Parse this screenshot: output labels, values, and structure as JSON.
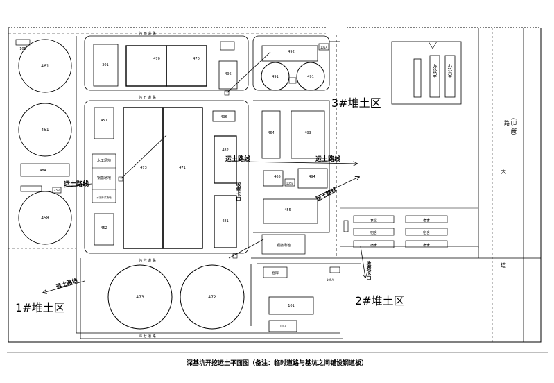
{
  "zones": {
    "zone1": "1#堆土区",
    "zone2": "2#堆土区",
    "zone3": "3#堆土区"
  },
  "routes": {
    "r_main": "运土路线",
    "r_left": "运土路线",
    "r_right1": "运土路线",
    "r_right2": "运土路线",
    "r_bottom": "运土路线",
    "r_v1": "收费卡口",
    "r_v2": "收费卡口"
  },
  "tanks": {
    "t461a": "461",
    "t461b": "461",
    "t458": "458",
    "t491a": "491",
    "t491b": "491",
    "t473": "473",
    "t472": "472"
  },
  "buildings": {
    "b301": "301",
    "b470a": "470",
    "b470b": "470",
    "b495": "495",
    "b451": "451",
    "b473": "473",
    "b471": "471",
    "b452": "452",
    "b496": "496",
    "b482": "482",
    "b481": "481",
    "b484": "484",
    "b464": "464",
    "b492": "492",
    "b493": "493",
    "b465": "465",
    "b494": "494",
    "b455": "455",
    "b101": "101",
    "b102": "102",
    "b105": "105",
    "b105a": "105A",
    "b105b": "105B",
    "b105c": "105A",
    "b453": "453",
    "mg": "木工场地",
    "gj": "钢筋场地",
    "sx": "水泥砂浆场地",
    "gc": "钢筋场地",
    "wk": "仓库",
    "office1": "办公室",
    "office2": "办公室"
  },
  "dorms": {
    "d1": "食堂",
    "d2": "宿舍",
    "d3": "宿舍",
    "d4": "宿舍",
    "d5": "宿舍",
    "d6": "宿舍"
  },
  "roads": {
    "top": "纬  四  道  路",
    "mid": "纬  五  道  路",
    "lower": "纬  六  道  路",
    "bottom": "纬  七  道  路",
    "right1": "大",
    "right2": "道",
    "right3": "（已  建）",
    "right4": "路"
  },
  "caption": {
    "main": "深基坑开挖运土平面图",
    "note": "（备注：临时道路与基坑之间铺设钢道板）"
  }
}
